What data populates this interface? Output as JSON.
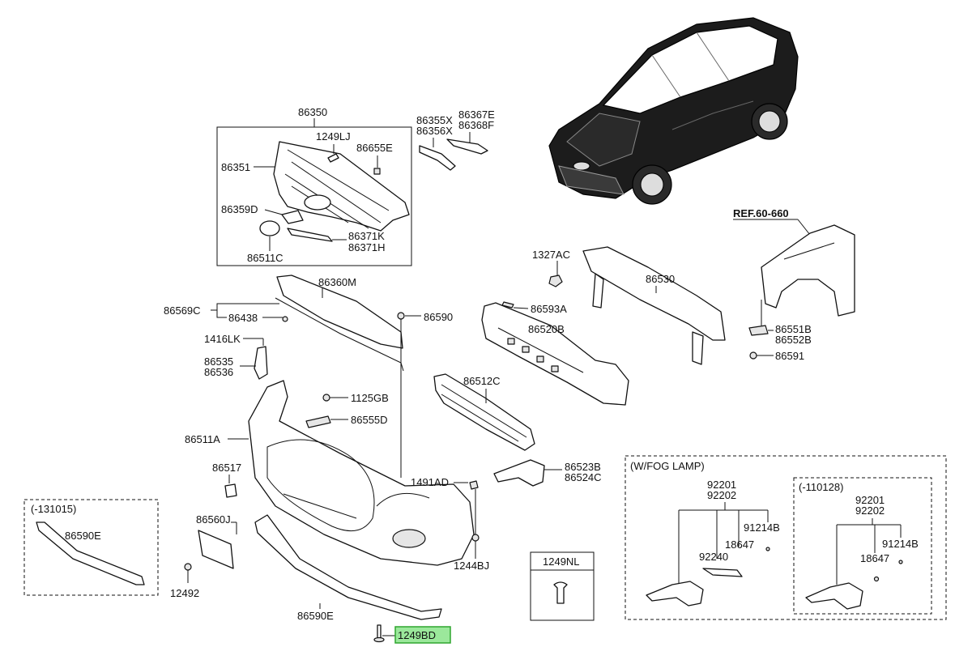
{
  "labels": {
    "p86350": "86350",
    "p1249LJ": "1249LJ",
    "p86655E": "86655E",
    "p86351": "86351",
    "p86359D": "86359D",
    "p86371K": "86371K",
    "p86371H": "86371H",
    "p86511C": "86511C",
    "p86355X": "86355X",
    "p86356X": "86356X",
    "p86367E": "86367E",
    "p86368F": "86368F",
    "ref": "REF.60-660",
    "p1327AC": "1327AC",
    "p86530": "86530",
    "p86360M": "86360M",
    "p86569C": "86569C",
    "p86438": "86438",
    "p86590": "86590",
    "p86593A": "86593A",
    "p86520B": "86520B",
    "p1416LK": "1416LK",
    "p86535": "86535",
    "p86536": "86536",
    "p86551B": "86551B",
    "p86552B": "86552B",
    "p86591": "86591",
    "p86512C": "86512C",
    "p1125GB": "1125GB",
    "p86555D": "86555D",
    "p86511A": "86511A",
    "p86517": "86517",
    "p1491AD": "1491AD",
    "p86523B": "86523B",
    "p86524C": "86524C",
    "p86560J": "86560J",
    "p12492": "12492",
    "p86590E_box": "86590E",
    "p86590E": "86590E",
    "p1244BJ": "1244BJ",
    "p1249NL": "1249NL",
    "p1249BD": "1249BD",
    "box131015": "(-131015)",
    "fog": "(W/FOG LAMP)",
    "fog_92201": "92201",
    "fog_92202": "92202",
    "fog_91214B": "91214B",
    "fog_18647": "18647",
    "fog_92240": "92240",
    "box110128": "(-110128)",
    "in_92201": "92201",
    "in_92202": "92202",
    "in_91214B": "91214B",
    "in_18647": "18647"
  },
  "colors": {
    "highlight_fill": "#9be89b",
    "highlight_stroke": "#2fa52f",
    "line": "#111111",
    "car_body": "#1c1c1c"
  }
}
